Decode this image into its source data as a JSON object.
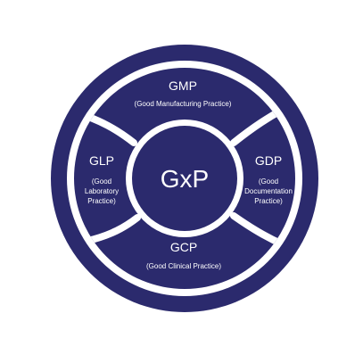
{
  "colors": {
    "navy": "#2b2a6d",
    "separator": "#ffffff",
    "text": "#ffffff"
  },
  "center": {
    "label": "GxP"
  },
  "segments": {
    "top": {
      "title": "GMP",
      "subtitle": [
        "(Good Manufacturing Practice)"
      ]
    },
    "right": {
      "title": "GDP",
      "subtitle": [
        "(Good",
        "Documentation",
        "Practice)"
      ]
    },
    "bottom": {
      "title": "GCP",
      "subtitle": [
        "(Good Clinical Practice)"
      ]
    },
    "left": {
      "title": "GLP",
      "subtitle": [
        "(Good",
        "Laboratory",
        "Practice)"
      ]
    }
  }
}
